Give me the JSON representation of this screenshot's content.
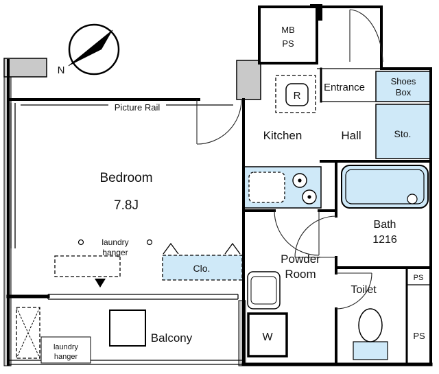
{
  "floor_plan": {
    "compass": {
      "north_label": "N"
    },
    "rooms": {
      "bedroom": {
        "name": "Bedroom",
        "size": "7.8J"
      },
      "kitchen": {
        "name": "Kitchen"
      },
      "hall": {
        "name": "Hall"
      },
      "entrance": {
        "name": "Entrance"
      },
      "powder_room": {
        "line1": "Powder",
        "line2": "Room"
      },
      "bath": {
        "name": "Bath",
        "size": "1216"
      },
      "toilet": {
        "name": "Toilet"
      },
      "balcony": {
        "name": "Balcony"
      }
    },
    "fixtures": {
      "picture_rail": "Picture Rail",
      "meter_box": {
        "line1": "MB",
        "line2": "PS"
      },
      "refrigerator": "R",
      "shoes_box": {
        "line1": "Shoes",
        "line2": "Box"
      },
      "storage": "Sto.",
      "closet": "Clo.",
      "washing_machine": "W",
      "pipe_space_upper": "PS",
      "pipe_space_lower": "PS",
      "laundry_hanger_bedroom": {
        "line1": "laundry",
        "line2": "hanger"
      },
      "laundry_hanger_balcony": {
        "line1": "laundry",
        "line2": "hanger"
      }
    },
    "colors": {
      "wall_gray": "#c9c9c9",
      "highlight_blue": "#cfe9f8",
      "line_black": "#000000"
    }
  }
}
